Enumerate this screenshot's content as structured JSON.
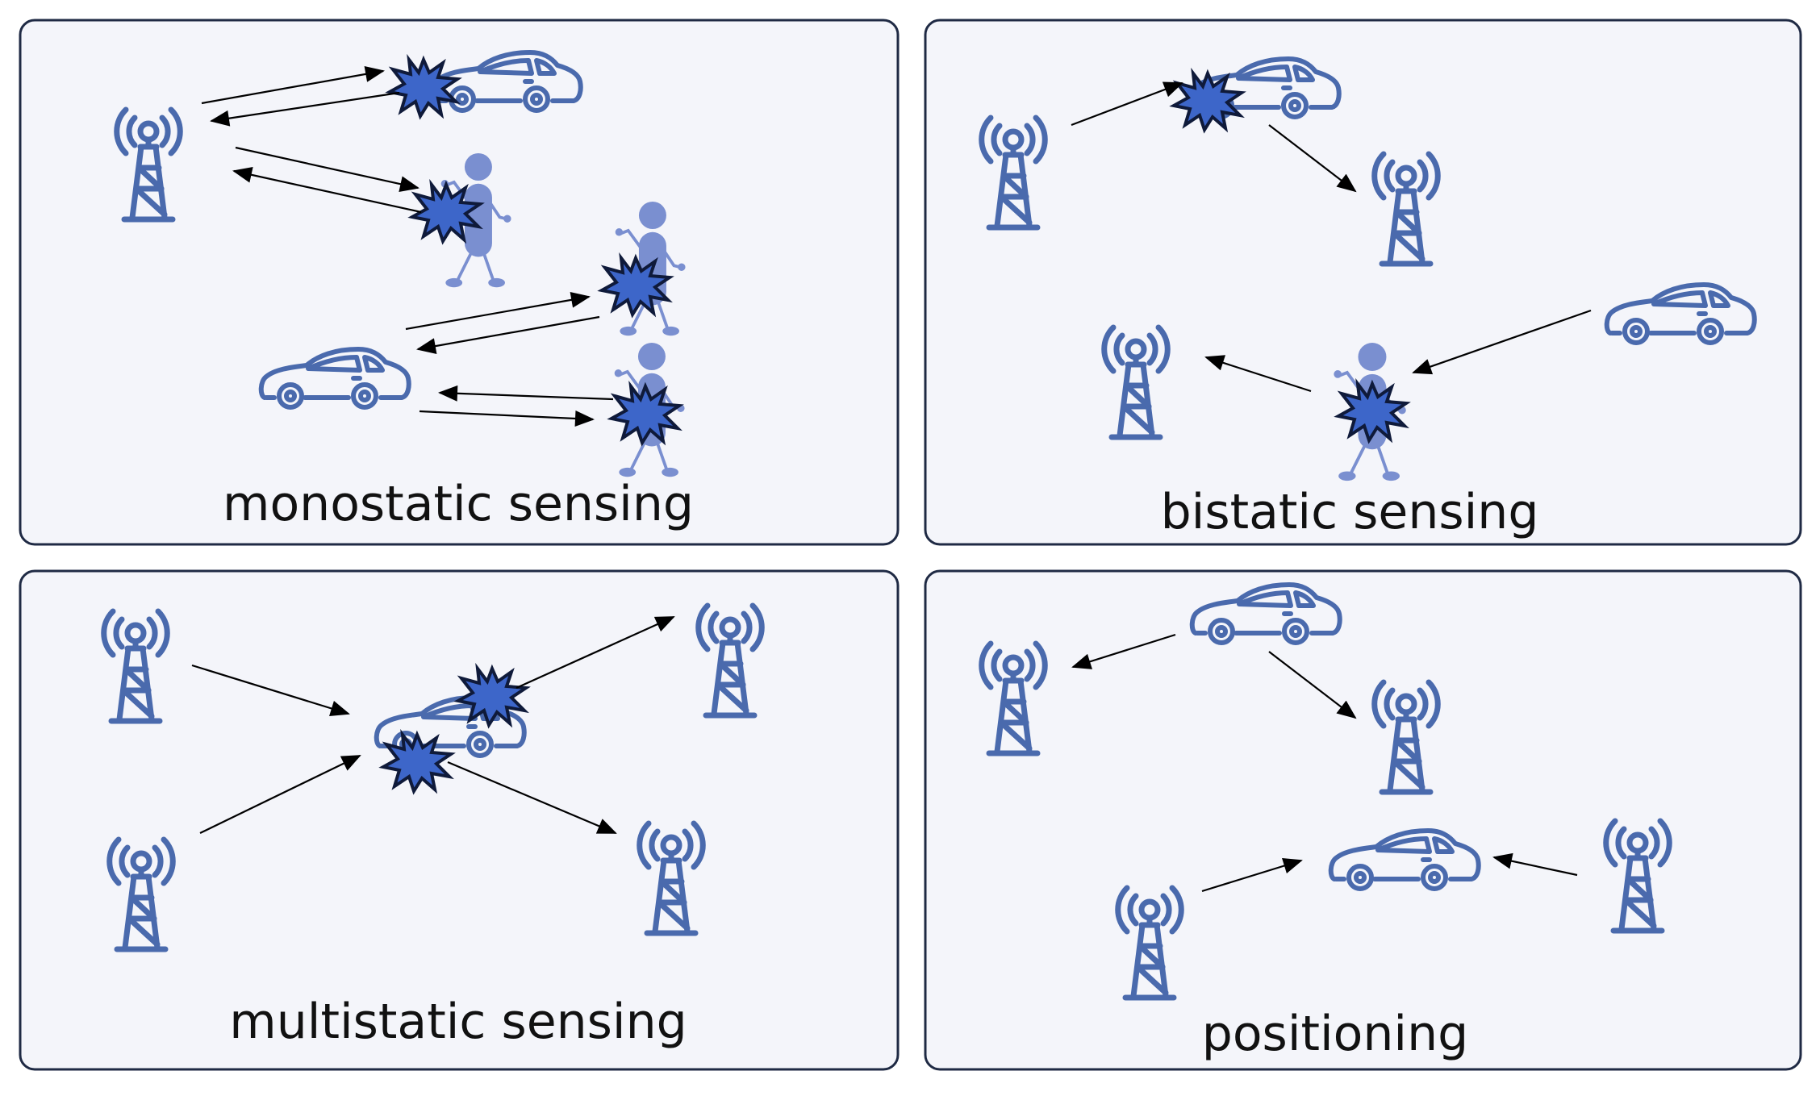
{
  "colors": {
    "panel_fill": "#f4f5fa",
    "panel_border": "#1f2a44",
    "icon": "#4a6aad",
    "person": "#7a8fd0",
    "burst_fill": "#3d66c9",
    "burst_stroke": "#0f1a3a",
    "arrow": "#000000"
  },
  "icons": [
    "tower-icon",
    "car-icon",
    "person-icon",
    "reflection-burst-icon",
    "arrow"
  ],
  "panels": [
    {
      "id": "monostatic",
      "caption": "monostatic sensing"
    },
    {
      "id": "bistatic",
      "caption": "bistatic sensing"
    },
    {
      "id": "multistatic",
      "caption": "multistatic sensing"
    },
    {
      "id": "positioning",
      "caption": "positioning"
    }
  ]
}
